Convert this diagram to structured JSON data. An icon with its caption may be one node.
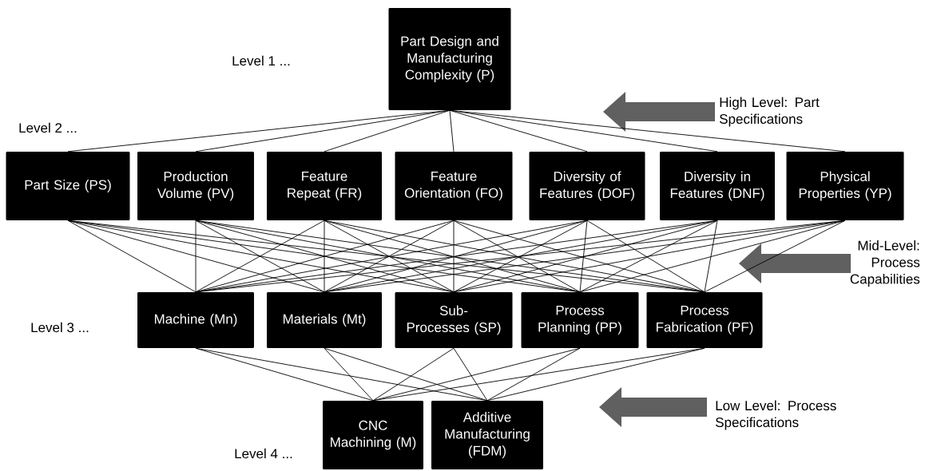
{
  "diagram": {
    "nodes": [
      {
        "text": [
          "Part Design and Manufacturing Complexity (P)"
        ]
      },
      {
        "text": [
          "Part Size (PS)"
        ]
      },
      {
        "text": [
          "Production Volume (PV)"
        ]
      },
      {
        "text": [
          "Feature Repeat (FR)"
        ]
      },
      {
        "text": [
          "Feature Orientation (FO)"
        ]
      },
      {
        "text": [
          "Diversity of Features (DOF)"
        ]
      },
      {
        "text": [
          "Diversity in Features (DNF)"
        ]
      },
      {
        "text": [
          "Physical Properties (YP)"
        ]
      },
      {
        "text": [
          "Machine (Mn)"
        ]
      },
      {
        "text": [
          "Materials (Mt)"
        ]
      },
      {
        "text": [
          "Sub- Processes (SP)"
        ]
      },
      {
        "text": [
          "Process Planning (PP)"
        ]
      },
      {
        "text": [
          "Process Fabrication (PF)"
        ]
      },
      {
        "text": [
          "CNC Machining (M)"
        ]
      },
      {
        "text": [
          "Additive Manufacturing (FDM)"
        ]
      }
    ],
    "edges": [
      {
        "from": 0,
        "to": 1,
        "arrow": "none"
      },
      {
        "from": 0,
        "to": 2,
        "arrow": "none"
      },
      {
        "from": 0,
        "to": 3,
        "arrow": "none"
      },
      {
        "from": 0,
        "to": 4,
        "arrow": "none"
      },
      {
        "from": 0,
        "to": 5,
        "arrow": "none"
      },
      {
        "from": 0,
        "to": 6,
        "arrow": "none"
      },
      {
        "from": 0,
        "to": 7,
        "arrow": "none"
      },
      {
        "from": 1,
        "to": 8,
        "arrow": "none"
      },
      {
        "from": 1,
        "to": 9,
        "arrow": "none"
      },
      {
        "from": 1,
        "to": 10,
        "arrow": "none"
      },
      {
        "from": 1,
        "to": 11,
        "arrow": "none"
      },
      {
        "from": 1,
        "to": 12,
        "arrow": "none"
      },
      {
        "from": 2,
        "to": 8,
        "arrow": "none"
      },
      {
        "from": 2,
        "to": 9,
        "arrow": "none"
      },
      {
        "from": 2,
        "to": 10,
        "arrow": "none"
      },
      {
        "from": 2,
        "to": 11,
        "arrow": "none"
      },
      {
        "from": 2,
        "to": 12,
        "arrow": "none"
      },
      {
        "from": 3,
        "to": 8,
        "arrow": "none"
      },
      {
        "from": 3,
        "to": 9,
        "arrow": "none"
      },
      {
        "from": 3,
        "to": 10,
        "arrow": "none"
      },
      {
        "from": 3,
        "to": 11,
        "arrow": "none"
      },
      {
        "from": 3,
        "to": 12,
        "arrow": "none"
      },
      {
        "from": 4,
        "to": 8,
        "arrow": "none"
      },
      {
        "from": 4,
        "to": 9,
        "arrow": "none"
      },
      {
        "from": 4,
        "to": 10,
        "arrow": "none"
      },
      {
        "from": 4,
        "to": 11,
        "arrow": "none"
      },
      {
        "from": 4,
        "to": 12,
        "arrow": "none"
      },
      {
        "from": 5,
        "to": 8,
        "arrow": "none"
      },
      {
        "from": 5,
        "to": 9,
        "arrow": "none"
      },
      {
        "from": 5,
        "to": 10,
        "arrow": "none"
      },
      {
        "from": 5,
        "to": 11,
        "arrow": "none"
      },
      {
        "from": 5,
        "to": 12,
        "arrow": "none"
      },
      {
        "from": 6,
        "to": 8,
        "arrow": "none"
      },
      {
        "from": 6,
        "to": 9,
        "arrow": "none"
      },
      {
        "from": 6,
        "to": 10,
        "arrow": "none"
      },
      {
        "from": 6,
        "to": 11,
        "arrow": "none"
      },
      {
        "from": 6,
        "to": 12,
        "arrow": "none"
      },
      {
        "from": 7,
        "to": 8,
        "arrow": "none"
      },
      {
        "from": 7,
        "to": 9,
        "arrow": "none"
      },
      {
        "from": 7,
        "to": 10,
        "arrow": "none"
      },
      {
        "from": 7,
        "to": 11,
        "arrow": "none"
      },
      {
        "from": 7,
        "to": 12,
        "arrow": "none"
      },
      {
        "from": 8,
        "to": 13,
        "arrow": "none"
      },
      {
        "from": 8,
        "to": 14,
        "arrow": "none"
      },
      {
        "from": 9,
        "to": 13,
        "arrow": "none"
      },
      {
        "from": 9,
        "to": 14,
        "arrow": "none"
      },
      {
        "from": 10,
        "to": 13,
        "arrow": "none"
      },
      {
        "from": 10,
        "to": 14,
        "arrow": "none"
      },
      {
        "from": 11,
        "to": 13,
        "arrow": "none"
      },
      {
        "from": 11,
        "to": 14,
        "arrow": "none"
      },
      {
        "from": 12,
        "to": 13,
        "arrow": "none"
      },
      {
        "from": 12,
        "to": 14,
        "arrow": "none"
      }
    ],
    "labels": [
      "Level 1 ...",
      "High Level: Part Specifications",
      "Level 2 ...",
      "Mid-Level: Process Capabilities",
      "Level 3 ...",
      "Low Level: Process Specifications",
      "Level 4 ..."
    ]
  }
}
